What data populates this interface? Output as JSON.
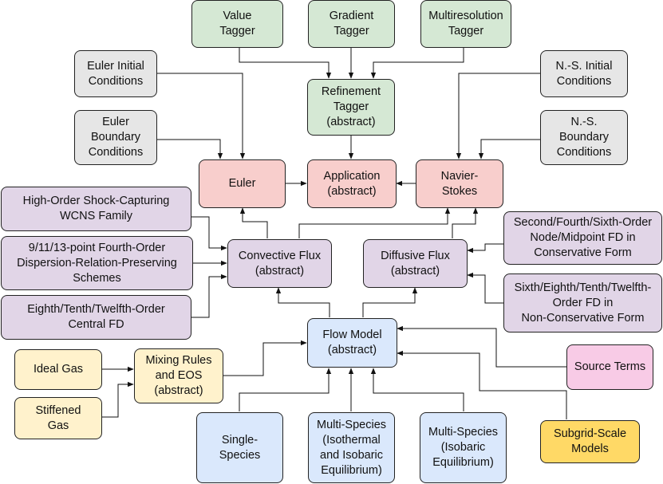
{
  "nodes": {
    "value_tagger": "Value\nTagger",
    "gradient_tagger": "Gradient\nTagger",
    "multires_tagger": "Multiresolution\nTagger",
    "euler_ic": "Euler Initial\nConditions",
    "refinement_tagger": "Refinement\nTagger\n(abstract)",
    "ns_ic": "N.-S. Initial\nConditions",
    "euler_bc": "Euler\nBoundary\nConditions",
    "ns_bc": "N.-S.\nBoundary\nConditions",
    "euler": "Euler",
    "application": "Application\n(abstract)",
    "navier_stokes": "Navier-\nStokes",
    "wcns": "High-Order Shock-Capturing\nWCNS Family",
    "drp": "9/11/13-point Fourth-Order\nDispersion-Relation-Preserving\nSchemes",
    "central_fd": "Eighth/Tenth/Twelfth-Order\nCentral FD",
    "convective_flux": "Convective Flux\n(abstract)",
    "diffusive_flux": "Diffusive Flux\n(abstract)",
    "conservative_fd": "Second/Fourth/Sixth-Order\nNode/Midpoint FD in\nConservative Form",
    "nonconservative_fd": "Sixth/Eighth/Tenth/Twelfth-\nOrder FD in\nNon-Conservative Form",
    "flow_model": "Flow Model\n(abstract)",
    "ideal_gas": "Ideal Gas",
    "mixing_rules": "Mixing Rules\nand EOS\n(abstract)",
    "stiffened_gas": "Stiffened\nGas",
    "source_terms": "Source Terms",
    "single_species": "Single-\nSpecies",
    "multi_iso_thermal": "Multi-Species\n(Isothermal\nand Isobaric\nEquilibrium)",
    "multi_isobaric": "Multi-Species\n(Isobaric\nEquilibrium)",
    "subgrid_models": "Subgrid-Scale\nModels"
  }
}
